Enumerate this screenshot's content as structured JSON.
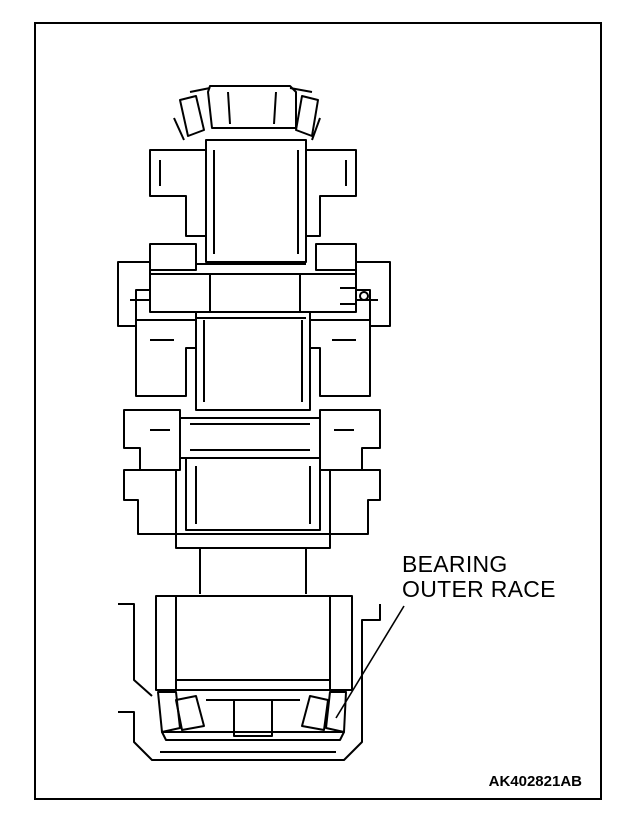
{
  "figure": {
    "callout_line1": "BEARING",
    "callout_line2": "OUTER RACE",
    "figure_code": "AK402821AB"
  },
  "colors": {
    "line": "#000000",
    "background": "#ffffff"
  }
}
